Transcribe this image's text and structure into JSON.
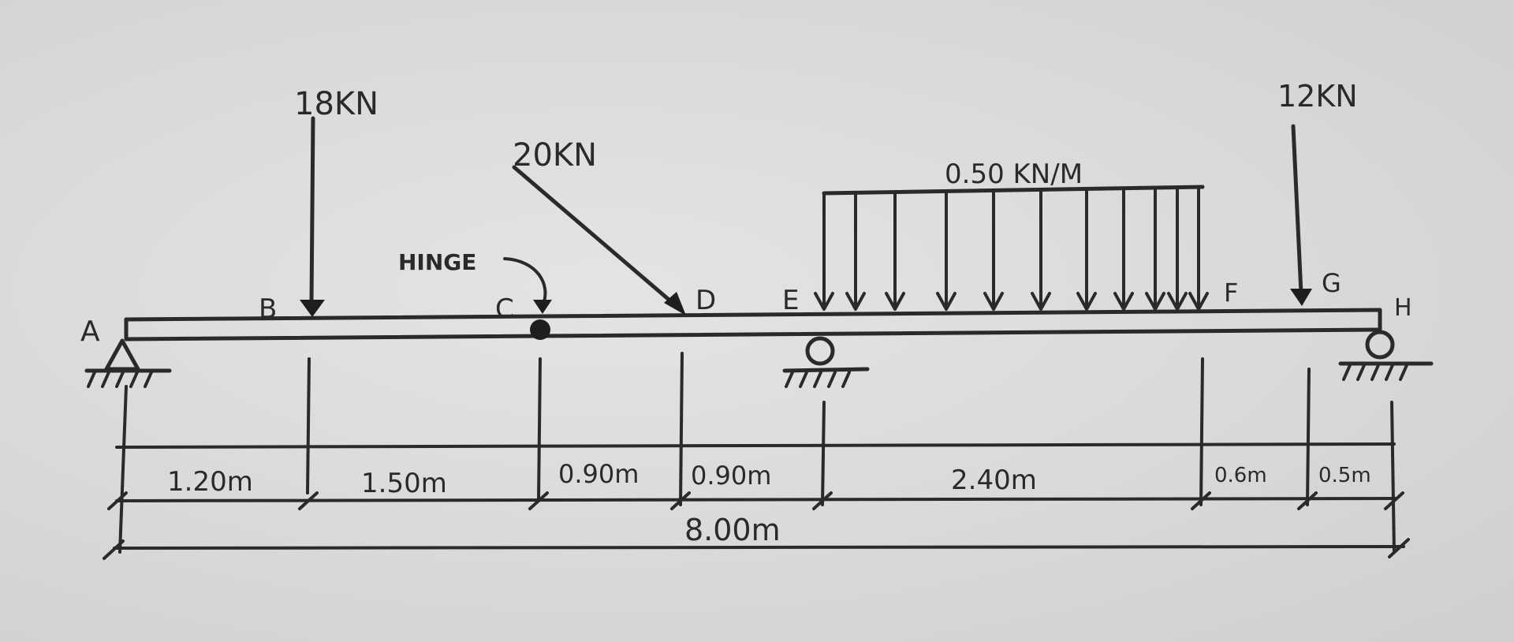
{
  "labels": {
    "point_a": "A",
    "point_b": "B",
    "point_c": "C",
    "point_d": "D",
    "point_e": "E",
    "point_f": "F",
    "point_g": "G",
    "point_h": "H",
    "hinge": "HINGE"
  },
  "loads": {
    "load_b": "18KN",
    "load_d": "20KN",
    "udl": "0.50 KN/M",
    "load_g": "12KN"
  },
  "dimensions": {
    "ab": "1.20m",
    "bc": "1.50m",
    "cd": "0.90m",
    "de": "0.90m",
    "ef": "2.40m",
    "fg": "0.6m",
    "gh": "0.5m",
    "total": "8.00m"
  }
}
